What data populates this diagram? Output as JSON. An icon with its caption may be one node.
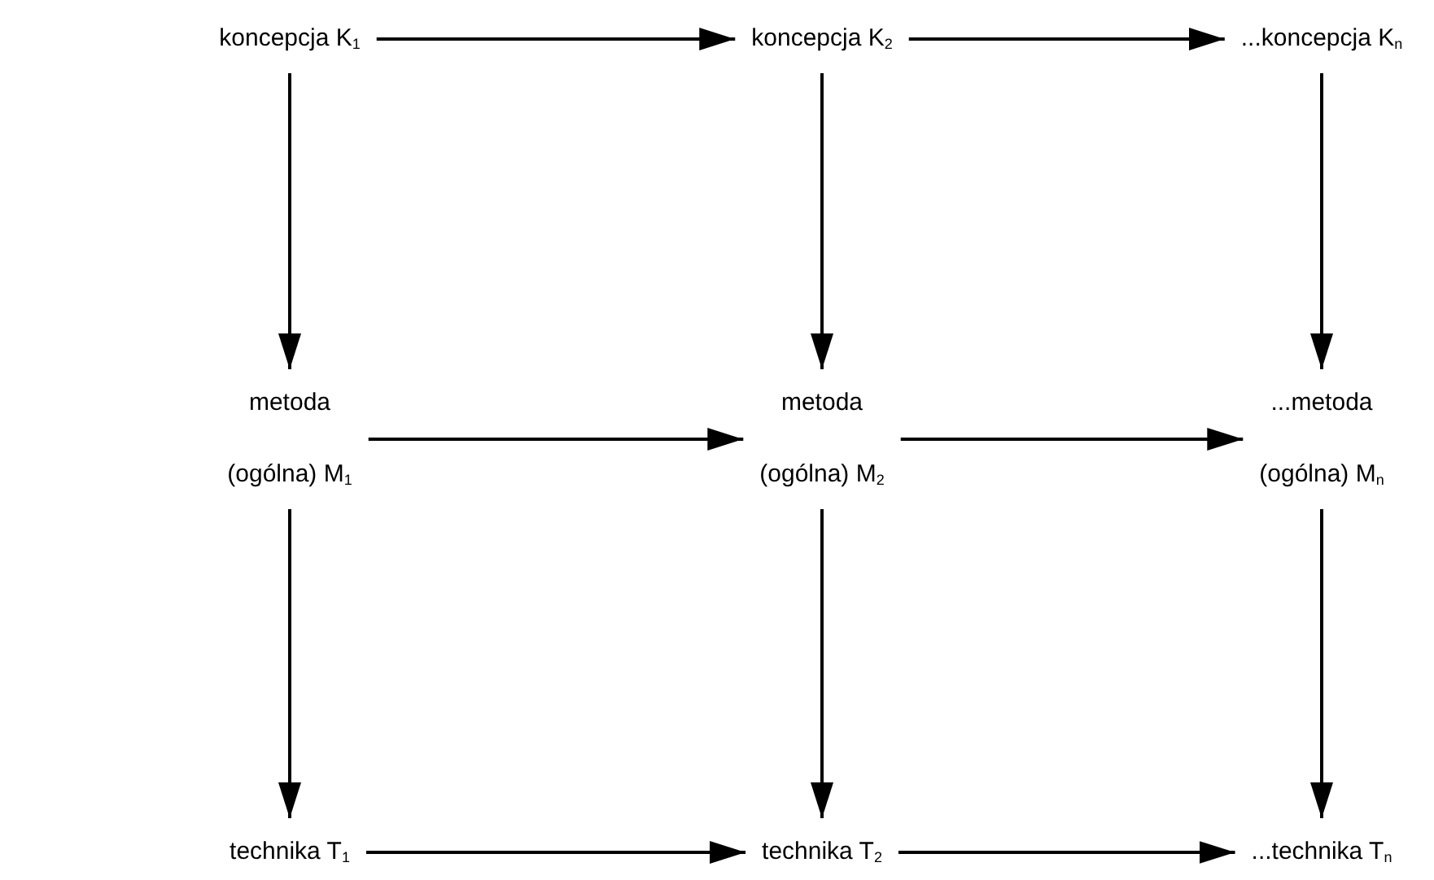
{
  "diagram": {
    "nodes": [
      {
        "text": [
          "koncepcja K$_{1}$"
        ]
      },
      {
        "text": [
          "koncepcja K$_{2}$"
        ]
      },
      {
        "text": [
          "...koncepcja K$_{n}$"
        ]
      },
      {
        "text": [
          "metoda",
          "(ogólna) M$_{1}$"
        ]
      },
      {
        "text": [
          "metoda",
          "(ogólna) M$_{2}$"
        ]
      },
      {
        "text": [
          "...metoda",
          "(ogólna) M$_{n}$"
        ]
      },
      {
        "text": [
          "technika T$_{1}$"
        ]
      },
      {
        "text": [
          "technika T$_{2}$"
        ]
      },
      {
        "text": [
          "...technika T$_{n}$"
        ]
      }
    ],
    "edges": [
      {
        "from": 0,
        "to": 1,
        "arrow": "to"
      },
      {
        "from": 1,
        "to": 2,
        "arrow": "to"
      },
      {
        "from": 0,
        "to": 3,
        "arrow": "to"
      },
      {
        "from": 1,
        "to": 4,
        "arrow": "to"
      },
      {
        "from": 2,
        "to": 5,
        "arrow": "to"
      },
      {
        "from": 3,
        "to": 4,
        "arrow": "to"
      },
      {
        "from": 4,
        "to": 5,
        "arrow": "to"
      },
      {
        "from": 3,
        "to": 6,
        "arrow": "to"
      },
      {
        "from": 4,
        "to": 7,
        "arrow": "to"
      },
      {
        "from": 5,
        "to": 8,
        "arrow": "to"
      },
      {
        "from": 6,
        "to": 7,
        "arrow": "to"
      },
      {
        "from": 7,
        "to": 8,
        "arrow": "to"
      }
    ]
  }
}
